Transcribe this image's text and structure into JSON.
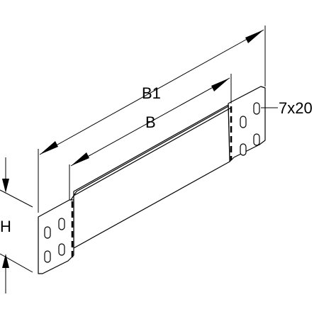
{
  "labels": {
    "b1": "B1",
    "b": "B",
    "h": "H",
    "slot_size": "7x20"
  },
  "colors": {
    "ink": "#000000",
    "background": "#ffffff"
  }
}
